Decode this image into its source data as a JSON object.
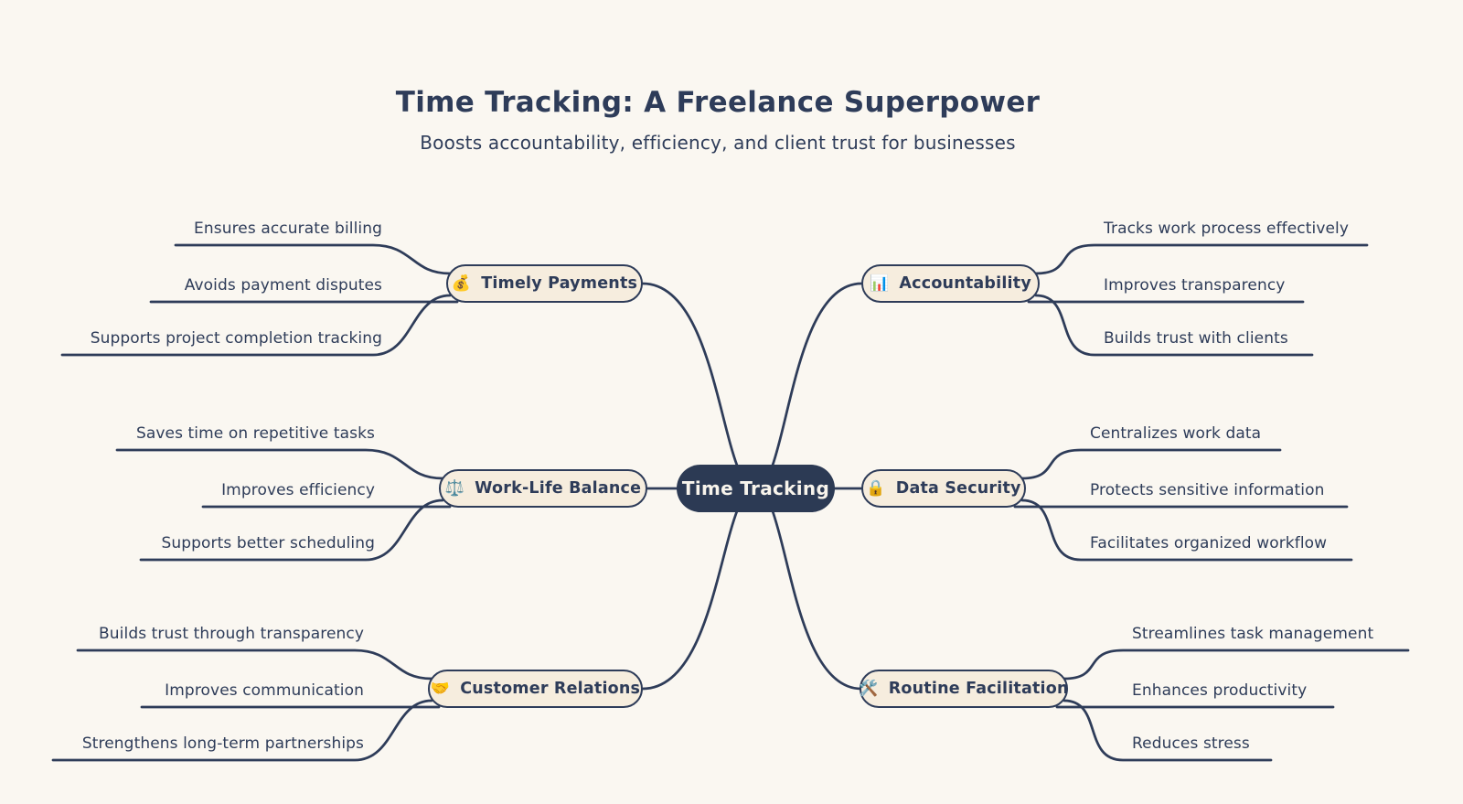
{
  "title": "Time Tracking: A Freelance Superpower",
  "subtitle": "Boosts accountability, efficiency, and client trust for businesses",
  "root": {
    "label": "Time Tracking"
  },
  "branches": [
    {
      "label": "Timely Payments",
      "icon": "💰",
      "icon_name": "money-bag-icon",
      "side": "left",
      "children": [
        "Ensures accurate billing",
        "Avoids payment disputes",
        "Supports project completion tracking"
      ]
    },
    {
      "label": "Work-Life Balance",
      "icon": "⚖️",
      "icon_name": "balance-scale-icon",
      "side": "left",
      "children": [
        "Saves time on repetitive tasks",
        "Improves efficiency",
        "Supports better scheduling"
      ]
    },
    {
      "label": "Customer Relations",
      "icon": "🤝",
      "icon_name": "handshake-icon",
      "side": "left",
      "children": [
        "Builds trust through transparency",
        "Improves communication",
        "Strengthens long-term partnerships"
      ]
    },
    {
      "label": "Accountability",
      "icon": "📊",
      "icon_name": "bar-chart-icon",
      "side": "right",
      "children": [
        "Tracks work process effectively",
        "Improves transparency",
        "Builds trust with clients"
      ]
    },
    {
      "label": "Data Security",
      "icon": "🔒",
      "icon_name": "lock-icon",
      "side": "right",
      "children": [
        "Centralizes work data",
        "Protects sensitive information",
        "Facilitates organized workflow"
      ]
    },
    {
      "label": "Routine Facilitation",
      "icon": "🛠️",
      "icon_name": "hammer-wrench-icon",
      "side": "right",
      "children": [
        "Streamlines task management",
        "Enhances productivity",
        "Reduces stress"
      ]
    }
  ],
  "colors": {
    "background": "#faf7f1",
    "ink": "#2e3c59",
    "node_fill": "#f6edde",
    "root_fill": "#2c3a54",
    "root_text": "#f8f4ec"
  }
}
